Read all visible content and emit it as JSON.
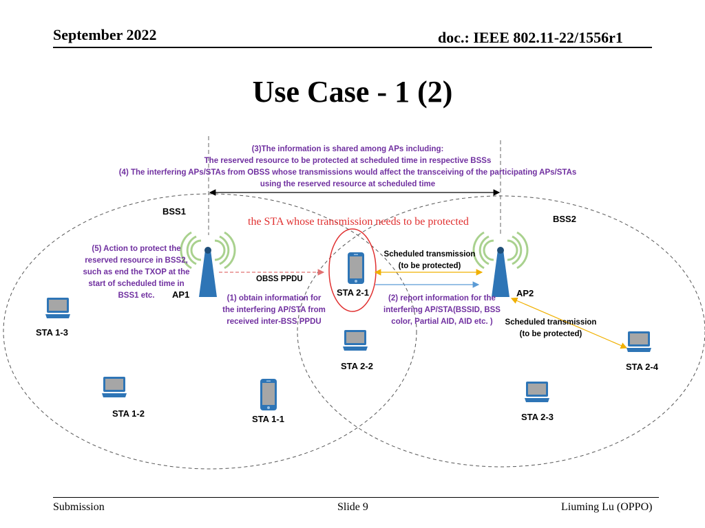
{
  "header": {
    "date": "September 2022",
    "doc": "doc.: IEEE 802.11-22/1556r1"
  },
  "title": "Use Case - 1 (2)",
  "diagram": {
    "shared_info": [
      "(3)The information is shared among APs including:",
      "The reserved resource to be protected at scheduled time in respective BSSs",
      "(4) The interfering APs/STAs from OBSS whose transmissions would affect the transceiving of the participating APs/STAs",
      "using the reserved resource at scheduled time"
    ],
    "bss1_label": "BSS1",
    "bss2_label": "BSS2",
    "protected_sta_note": "the STA whose transmission needs to be protected",
    "action_note": [
      "(5) Action to protect the",
      "reserved resource in BSS2,",
      "such as end the TXOP at the",
      "start of scheduled time in",
      "BSS1 etc."
    ],
    "obss_ppdu": "OBSS PPDU",
    "obtain_note": [
      "(1) obtain information for",
      "the interfering AP/STA from",
      "received inter-BSS PPDU"
    ],
    "report_note": [
      "(2) report information for the",
      "interfering AP/STA(BSSID, BSS",
      "color, Partial AID, AID etc. )"
    ],
    "sched_tx_1": [
      "Scheduled transmission",
      "(to be protected)"
    ],
    "sched_tx_2": [
      "Scheduled transmission",
      "(to be protected)"
    ],
    "nodes": {
      "ap1": "AP1",
      "ap2": "AP2",
      "sta11": "STA 1-1",
      "sta12": "STA 1-2",
      "sta13": "STA 1-3",
      "sta21": "STA 2-1",
      "sta22": "STA 2-2",
      "sta23": "STA 2-3",
      "sta24": "STA 2-4"
    },
    "colors": {
      "purple_text": "#7030a0",
      "ap_blue": "#2e75b6",
      "device_blue": "#2e75b6",
      "red_highlight": "#e03030",
      "gold_arrow": "#f0b000",
      "blue_arrow": "#5b9bd5"
    }
  },
  "footer": {
    "left": "Submission",
    "center": "Slide 9",
    "right": "Liuming Lu (OPPO)"
  }
}
